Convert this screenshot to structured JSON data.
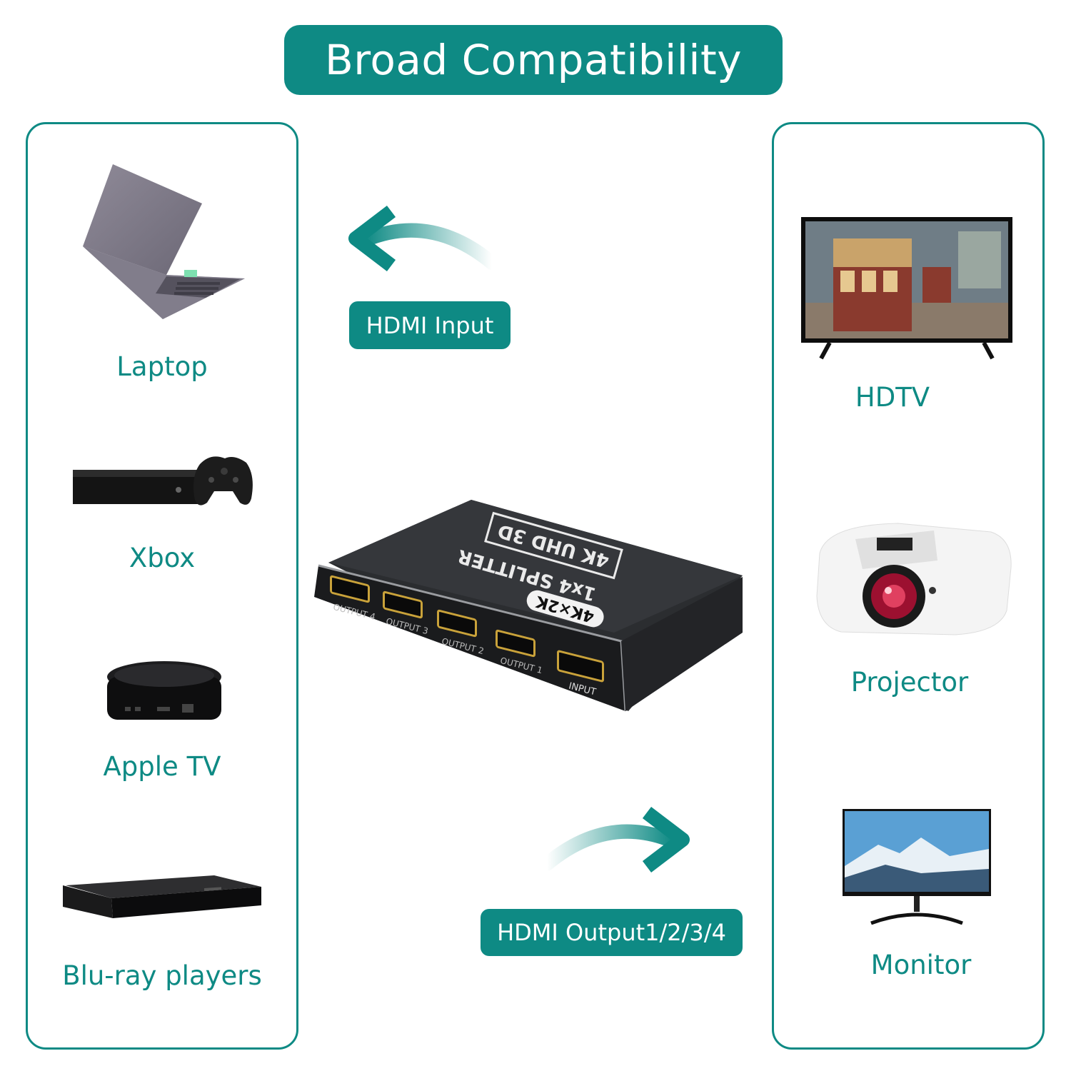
{
  "colors": {
    "accent": "#0e8a84",
    "splitter_body": "#2b2d30",
    "port_gold": "#c9a23a"
  },
  "title": "Broad Compatibility",
  "sources": [
    {
      "label": "Laptop",
      "icon": "laptop-icon"
    },
    {
      "label": "Xbox",
      "icon": "xbox-icon"
    },
    {
      "label": "Apple TV",
      "icon": "apple-tv-icon"
    },
    {
      "label": "Blu-ray players",
      "icon": "blu-ray-player-icon"
    }
  ],
  "displays": [
    {
      "label": "HDTV",
      "icon": "hdtv-icon"
    },
    {
      "label": "Projector",
      "icon": "projector-icon"
    },
    {
      "label": "Monitor",
      "icon": "monitor-icon"
    }
  ],
  "input_tag": "HDMI Input",
  "output_tag": "HDMI Output1/2/3/4",
  "splitter": {
    "badge": "4K×2K",
    "model_line1": "1x4 SPLITTER",
    "model_line2": "4K UHD 3D",
    "ports": [
      "OUTPUT 4",
      "OUTPUT 3",
      "OUTPUT 2",
      "OUTPUT 1",
      "INPUT"
    ]
  }
}
